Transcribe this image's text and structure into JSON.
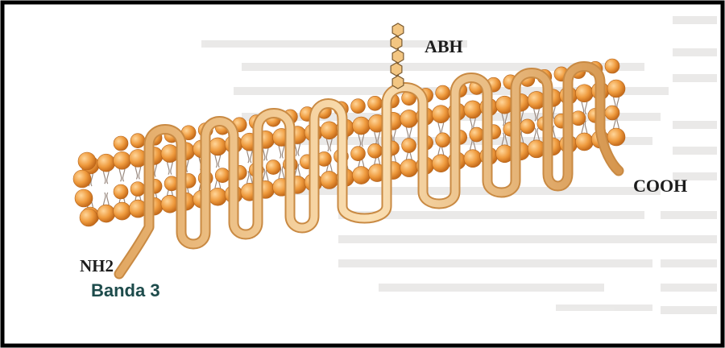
{
  "figure": {
    "glycan_label": "ABH",
    "c_terminus_label": "COOH",
    "n_terminus_label": "NH2",
    "protein_name": "Banda 3",
    "colors": {
      "lipid_head": "#ef9b3e",
      "protein_strand": "#f0c590",
      "protein_outline": "#c98a43",
      "glycan": "#f3c682",
      "title": "#1d4b4b",
      "background_text": "#d9d6d2"
    }
  }
}
